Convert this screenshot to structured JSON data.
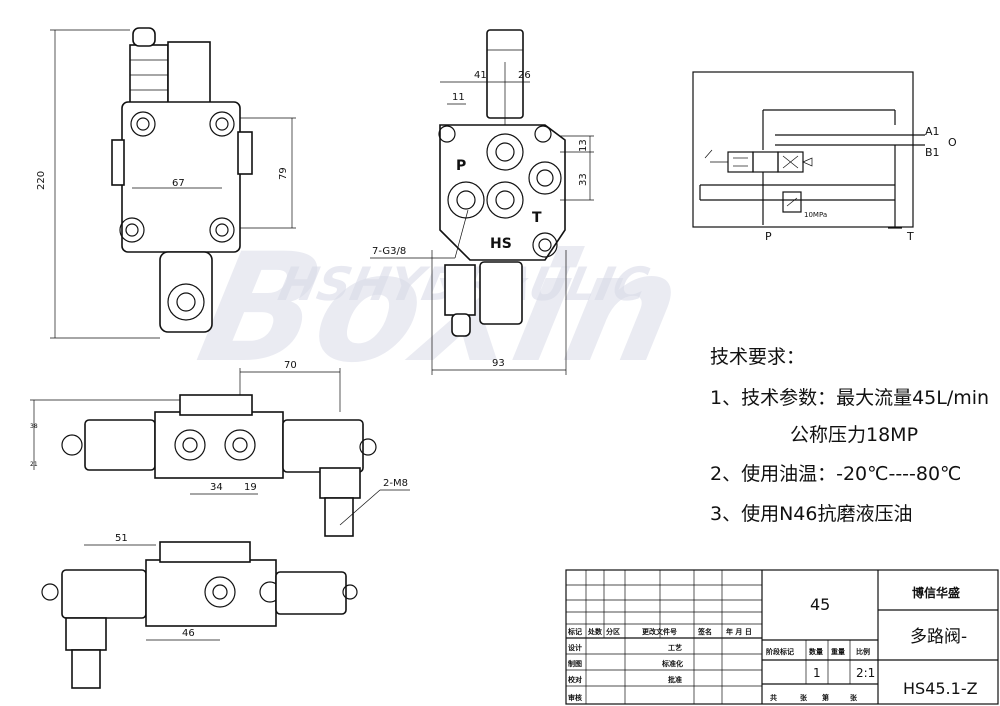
{
  "dimensions": {
    "height_total": "220",
    "width_67": "67",
    "height_79": "79",
    "d41": "41",
    "d26": "26",
    "d11": "11",
    "d13": "13",
    "d33": "33",
    "port_thread": "7-G3/8",
    "width_93": "93",
    "d70": "70",
    "d34": "34",
    "d19": "19",
    "mount_thread": "2-M8",
    "d51": "51",
    "d46": "46",
    "small_a": "38",
    "small_b": "21"
  },
  "port_labels": {
    "p": "P",
    "t": "T",
    "hs": "HS"
  },
  "schematic": {
    "a1": "A1",
    "b1": "B1",
    "o": "O",
    "p": "P",
    "t": "T",
    "relief": "10MPa"
  },
  "watermark": {
    "main": "Boxin",
    "sub": "HSHYDRAULIC"
  },
  "notes": {
    "heading": "技术要求：",
    "line1": "1、技术参数：最大流量45L/min",
    "line1b": "公称压力18MP",
    "line2": "2、使用油温：-20℃----80℃",
    "line3": "3、使用N46抗磨液压油"
  },
  "title_block": {
    "company": "博信华盛",
    "material": "45",
    "name": "多路阀-",
    "code": "HS45.1-Z",
    "qty": "1",
    "scale": "2:1",
    "headers": {
      "mark": "标记",
      "count": "处数",
      "zone": "分区",
      "doc": "更改文件号",
      "sign": "签名",
      "date": "年 月 日",
      "design": "设计",
      "draw": "制图",
      "check": "校对",
      "review": "审核",
      "process": "工艺",
      "standard": "标准化",
      "approve": "批准",
      "stage": "阶段标记",
      "quantity": "数量",
      "weight": "重量",
      "ratio": "比例",
      "total": "共",
      "sheet": "张",
      "page": "第",
      "sheet2": "张"
    }
  }
}
